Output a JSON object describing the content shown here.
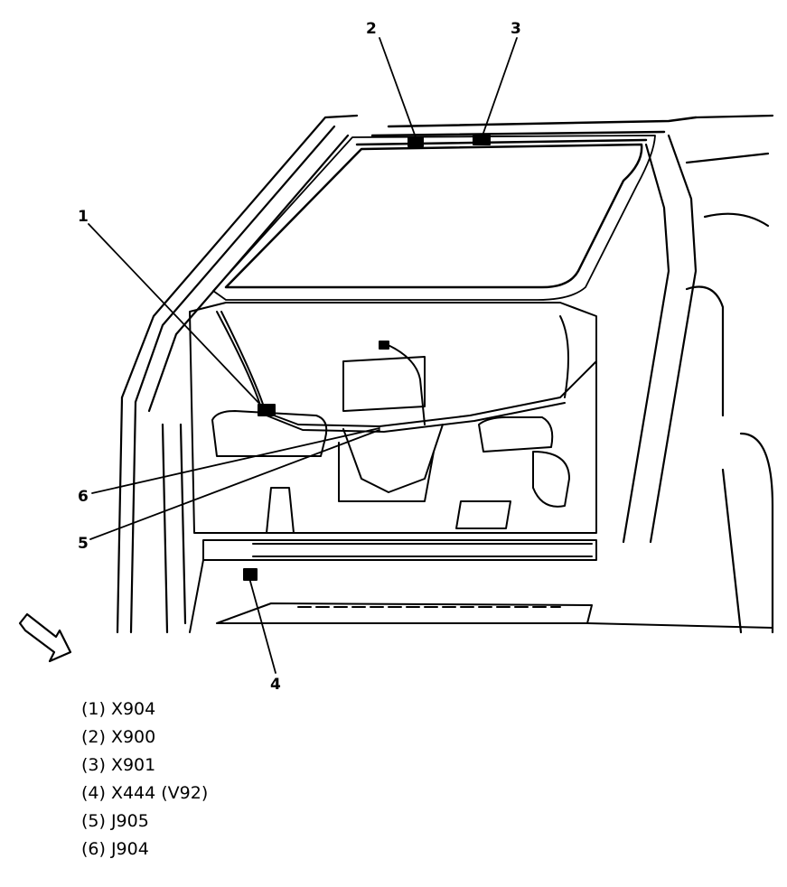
{
  "callouts": [
    "1",
    "2",
    "3",
    "4",
    "5",
    "6"
  ],
  "legend": [
    "(1) X904",
    "(2) X900",
    "(3) X901",
    "(4) X444 (V92)",
    "(5) J905",
    "(6) J904"
  ],
  "colors": {
    "ink": "#000000",
    "paper": "#ffffff"
  },
  "icons": {
    "direction": "front-arrow-icon"
  }
}
